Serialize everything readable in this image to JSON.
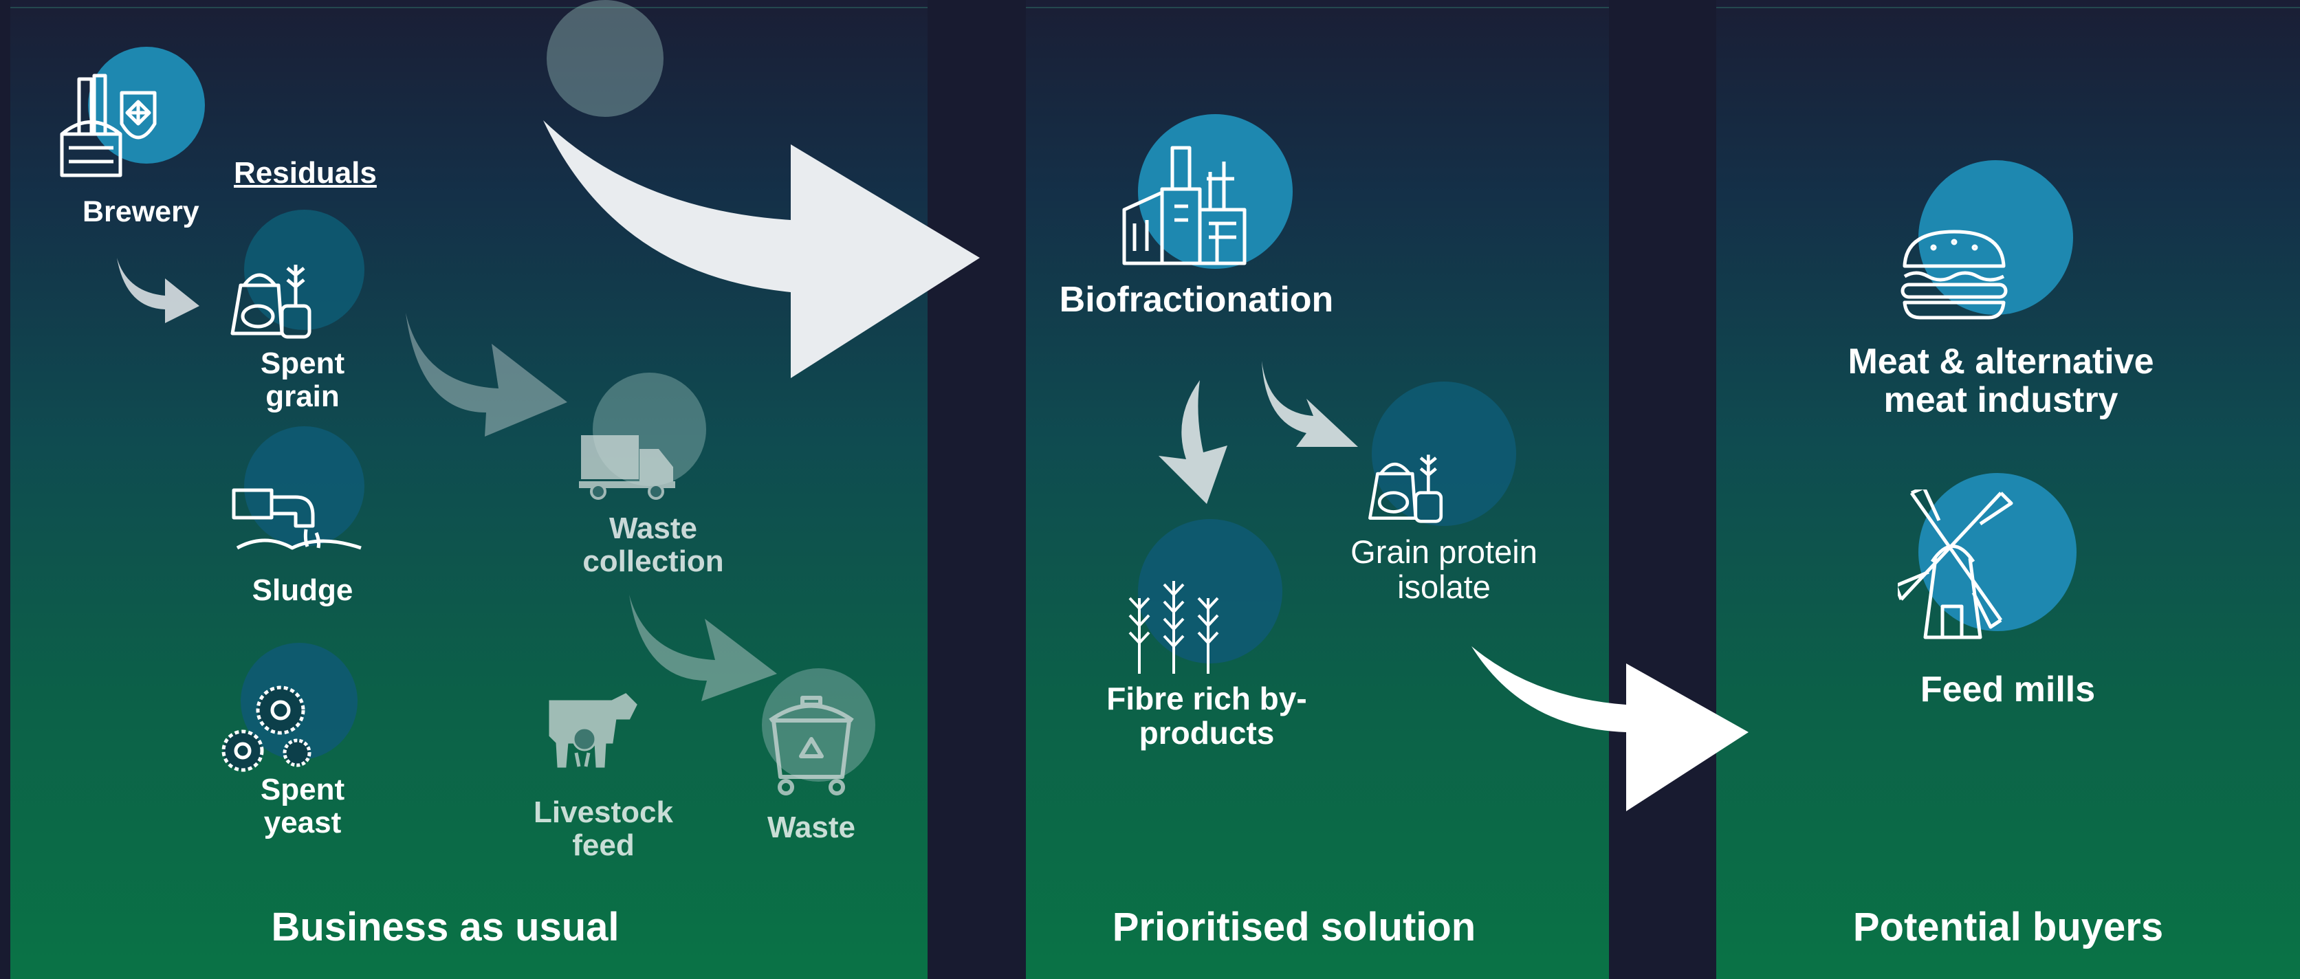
{
  "columns": {
    "business_as_usual": {
      "title": "Business as usual",
      "brewery": "Brewery",
      "residuals_heading": "Residuals",
      "spent_grain": [
        "Spent",
        "grain"
      ],
      "sludge": "Sludge",
      "spent_yeast": [
        "Spent",
        "yeast"
      ],
      "waste_collection": [
        "Waste",
        "collection"
      ],
      "livestock_feed": [
        "Livestock",
        "feed"
      ],
      "waste": "Waste"
    },
    "prioritised_solution": {
      "title": "Prioritised solution",
      "biofractionation": "Biofractionation",
      "fibre_by_products": [
        "Fibre rich by-",
        "products"
      ],
      "grain_protein_isolate": [
        "Grain protein",
        "isolate"
      ]
    },
    "potential_buyers": {
      "title": "Potential buyers",
      "meat_industry": [
        "Meat & alternative",
        "meat industry"
      ],
      "feed_mills": "Feed mills"
    }
  },
  "colors": {
    "circle_blue": "#1e88b0",
    "circle_dark": "#0e5a72",
    "arrow_white": "#e9ecef",
    "background_dark": "#181b30",
    "gradient_bottom": "#0a7346"
  },
  "icons": [
    "brewery-icon",
    "spent-grain-icon",
    "sludge-icon",
    "spent-yeast-icon",
    "truck-icon",
    "livestock-icon",
    "waste-bin-icon",
    "factory-icon",
    "wheat-icon",
    "grain-bag-icon",
    "burger-icon",
    "windmill-icon"
  ]
}
